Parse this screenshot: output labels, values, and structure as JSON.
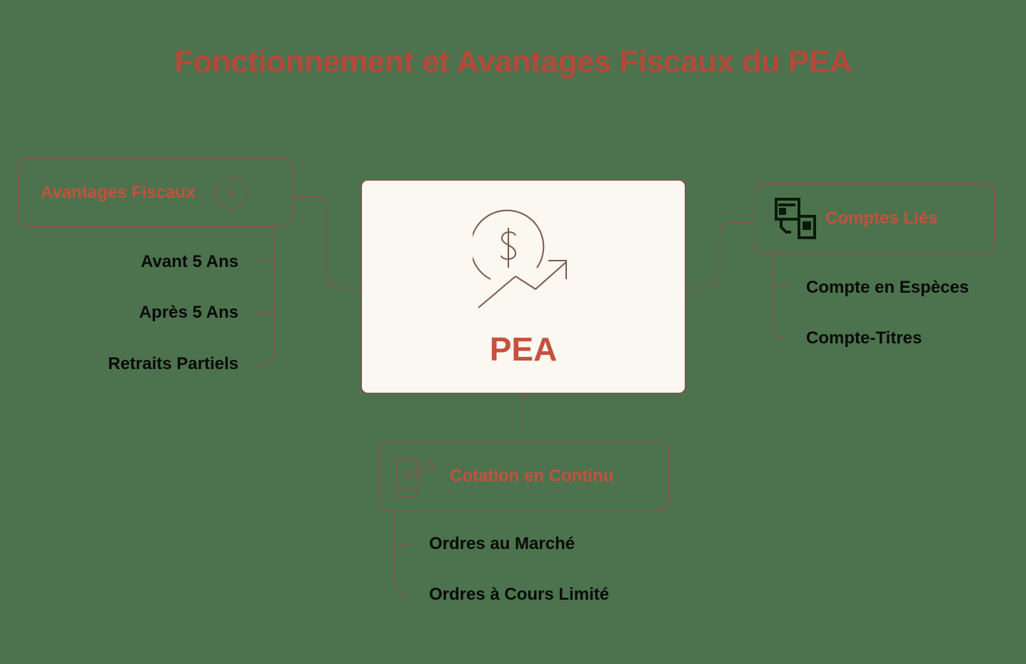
{
  "title": "Fonctionnement et Avantages Fiscaux du PEA",
  "center": {
    "label": "PEA",
    "icon": "dollar-growth-icon"
  },
  "branches": {
    "tax": {
      "label": "Avantages Fiscaux",
      "icon": "five-year-cycle-icon",
      "items": [
        "Avant 5 Ans",
        "Après 5 Ans",
        "Retraits Partiels"
      ]
    },
    "accounts": {
      "label": "Comptes Liés",
      "icon": "linked-accounts-icon",
      "items": [
        "Compte en Espèces",
        "Compte-Titres"
      ]
    },
    "quotation": {
      "label": "Cotation en Continu",
      "icon": "mobile-chart-icon",
      "items": [
        "Ordres au Marché",
        "Ordres à Cours Limité"
      ]
    }
  },
  "colors": {
    "background": "#4c734d",
    "accent": "#c5513e",
    "title": "#b4493a",
    "line": "#7a5a4b",
    "center_fill": "#fbf7f1",
    "item_text": "#0a0a0a"
  }
}
